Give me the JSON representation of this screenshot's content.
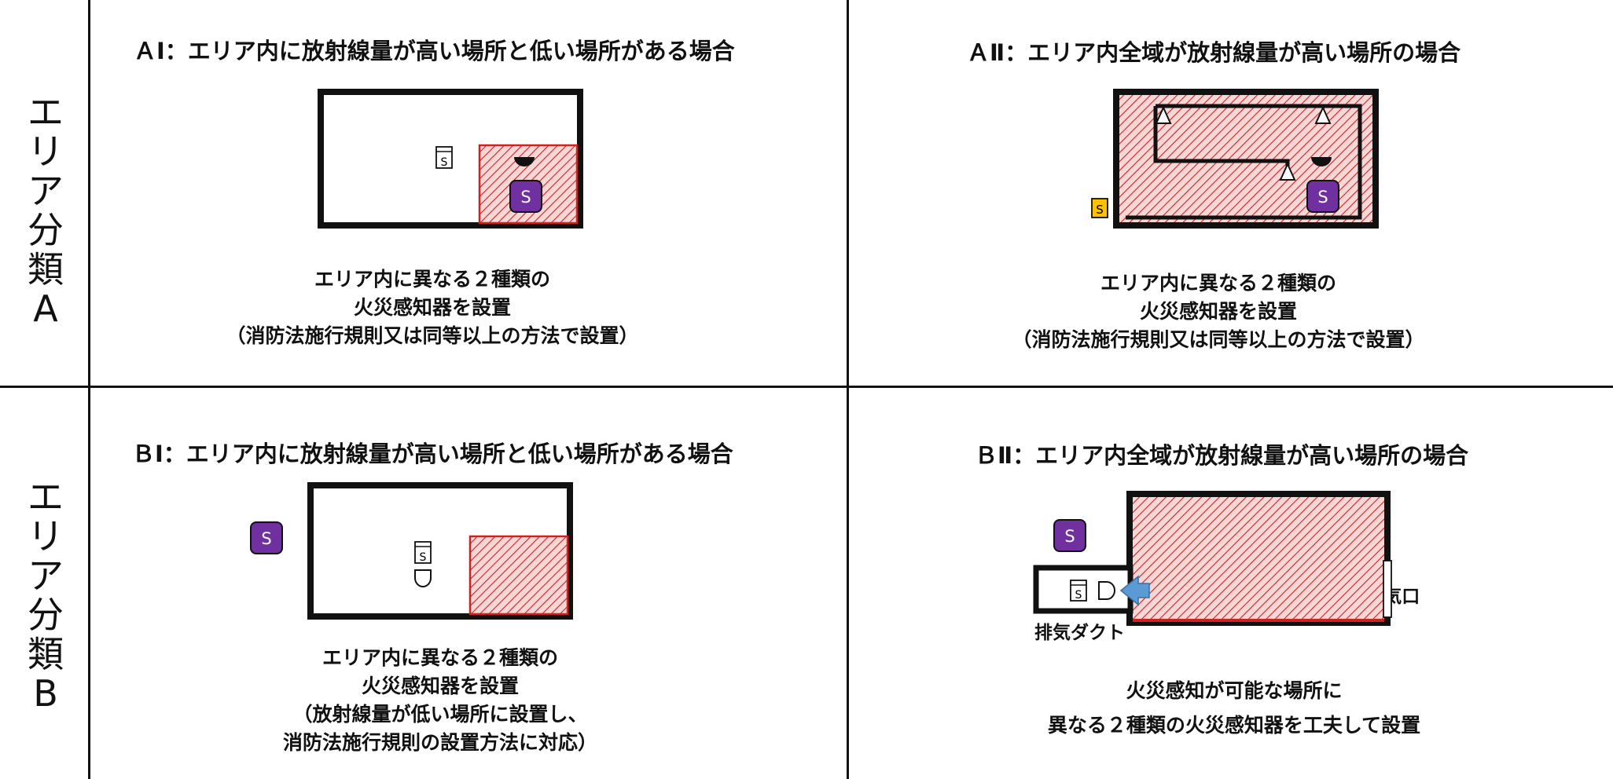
{
  "rows": [
    {
      "label": "エリア分類A"
    },
    {
      "label": "エリア分類B"
    }
  ],
  "panels": {
    "a1": {
      "title": "ＡⅠ：エリア内に放射線量が高い場所と低い場所がある場合",
      "caption": [
        "エリア内に異なる２種類の",
        "火災感知器を設置",
        "（消防法施行規則又は同等以上の方法で設置）"
      ]
    },
    "a2": {
      "title": "ＡⅡ：エリア内全域が放射線量が高い場所の場合",
      "caption": [
        "エリア内に異なる２種類の",
        "火災感知器を設置",
        "（消防法施行規則又は同等以上の方法で設置）"
      ]
    },
    "b1": {
      "title": "ＢⅠ：エリア内に放射線量が高い場所と低い場所がある場合",
      "caption": [
        "エリア内に異なる２種類の",
        "火災感知器を設置",
        "（放射線量が低い場所に設置し、",
        "消防法施行規則の設置方法に対応）"
      ]
    },
    "b2": {
      "title": "ＢⅡ：エリア内全域が放射線量が高い場所の場合",
      "caption": [
        "火災感知が可能な場所に",
        "異なる２種類の火災感知器を工夫して設置"
      ],
      "labels": {
        "supply": "←給気口",
        "exhaust": "排気ダクト"
      }
    }
  },
  "symbol_letter": "S",
  "colors": {
    "hatch": "#cc2222",
    "hatch_bg": "#f7d6d6",
    "purple": "#7030a0",
    "orange": "#ffc000",
    "arrow": "#5b9bd5"
  }
}
